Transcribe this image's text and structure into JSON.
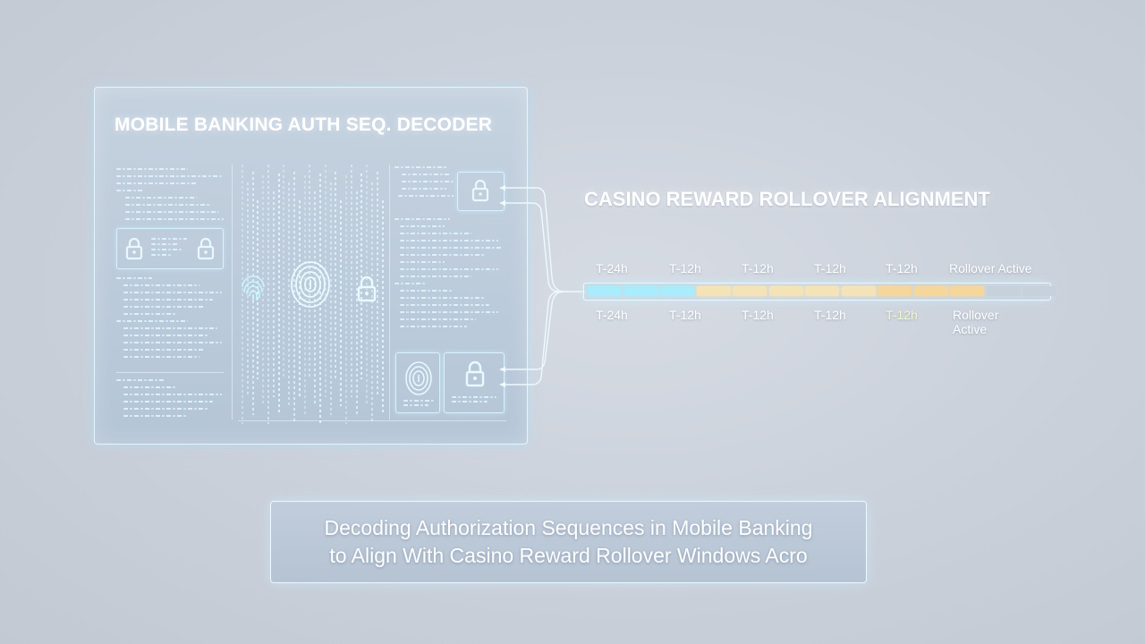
{
  "decoder_panel": {
    "title": "MOBILE BANKING AUTH SEQ. DECODER",
    "icons": [
      "lock-icon",
      "fingerprint-icon"
    ]
  },
  "rollover": {
    "title": "CASINO REWARD ROLLOVER ALIGNMENT",
    "top_labels": [
      "T-24h",
      "T-12h",
      "T-12h",
      "T-12h",
      "T-12h",
      "Rollover Active"
    ],
    "bottom_labels": [
      "T-24h",
      "T-12h",
      "T-12h",
      "T-12h",
      "T-12h",
      "Rollover",
      "Active"
    ],
    "segments": [
      {
        "state": "elapsed",
        "color": "#a9ecfb"
      },
      {
        "state": "elapsed",
        "color": "#a9ecfb"
      },
      {
        "state": "elapsed",
        "color": "#a9ecfb"
      },
      {
        "state": "pending",
        "color": "#f5e3b8"
      },
      {
        "state": "pending",
        "color": "#f5e3b8"
      },
      {
        "state": "pending",
        "color": "#f5e3b8"
      },
      {
        "state": "pending",
        "color": "#f5e3b8"
      },
      {
        "state": "pending",
        "color": "#f5e3b8"
      },
      {
        "state": "pending",
        "color": "#f5d79c"
      },
      {
        "state": "pending",
        "color": "#f5d79c"
      },
      {
        "state": "pending",
        "color": "#f5d79c"
      },
      {
        "state": "inactive",
        "color": "#c7d1dc"
      },
      {
        "state": "inactive",
        "color": "#c7d1dc"
      }
    ]
  },
  "caption": {
    "line1": "Decoding Authorization Sequences in Mobile Banking",
    "line2": "to Align With Casino Reward Rollover Windows Acro"
  }
}
